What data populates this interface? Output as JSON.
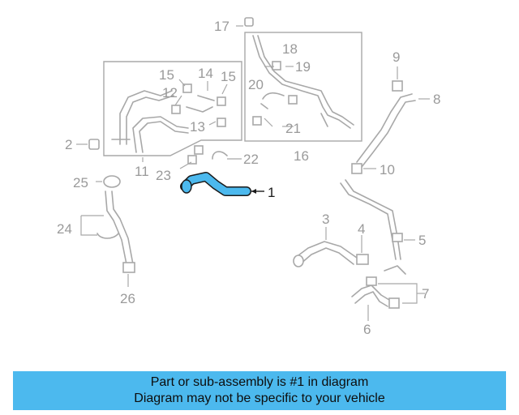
{
  "diagram": {
    "highlight_color": "#4cb9ee",
    "callouts": {
      "c1": "1",
      "c2": "2",
      "c3": "3",
      "c4": "4",
      "c5": "5",
      "c6": "6",
      "c7": "7",
      "c8": "8",
      "c9": "9",
      "c10": "10",
      "c11": "11",
      "c12": "12",
      "c13": "13",
      "c14": "14",
      "c15a": "15",
      "c15b": "15",
      "c16": "16",
      "c17": "17",
      "c18": "18",
      "c19": "19",
      "c20": "20",
      "c21": "21",
      "c22": "22",
      "c23": "23",
      "c24": "24",
      "c25": "25",
      "c26": "26"
    }
  },
  "footer": {
    "line1": "Part or sub-assembly is #1 in diagram",
    "line2": "Diagram may not be specific to your vehicle",
    "background": "#4cb9ee"
  }
}
